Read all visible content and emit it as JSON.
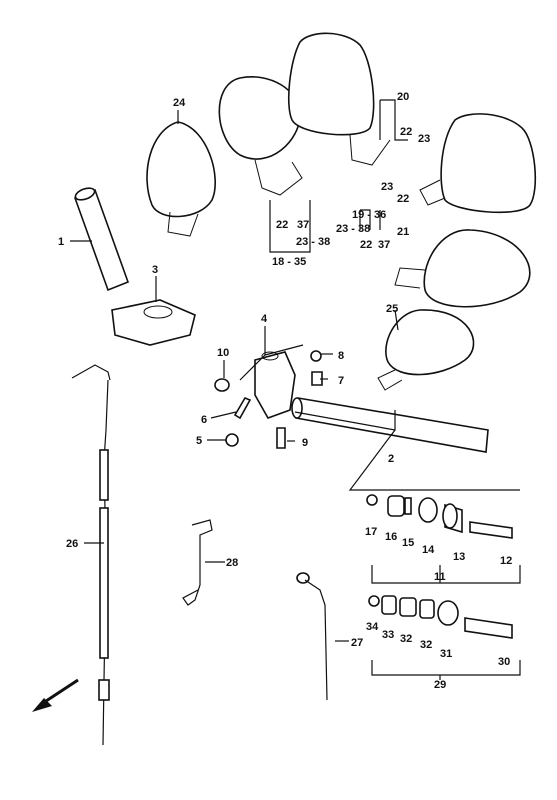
{
  "callouts": {
    "c1": "1",
    "c2": "2",
    "c3": "3",
    "c4": "4",
    "c5": "5",
    "c6": "6",
    "c7": "7",
    "c8": "8",
    "c9": "9",
    "c10": "10",
    "c11": "11",
    "c12": "12",
    "c13": "13",
    "c14": "14",
    "c15": "15",
    "c16": "16",
    "c17": "17",
    "c18_35": "18 - 35",
    "c19_36": "19 - 36",
    "c20": "20",
    "c21": "21",
    "c22a": "22",
    "c22b": "22",
    "c22c": "22",
    "c22d": "22",
    "c23a": "23",
    "c23b": "23",
    "c23_38a": "23 - 38",
    "c23_38b": "23 - 38",
    "c24": "24",
    "c25": "25",
    "c26": "26",
    "c27": "27",
    "c28": "28",
    "c29": "29",
    "c30": "30",
    "c31": "31",
    "c32a": "32",
    "c32b": "32",
    "c33": "33",
    "c34": "34",
    "c37a": "37",
    "c37b": "37"
  },
  "icons": {
    "direction": "front-direction-arrow-icon"
  }
}
